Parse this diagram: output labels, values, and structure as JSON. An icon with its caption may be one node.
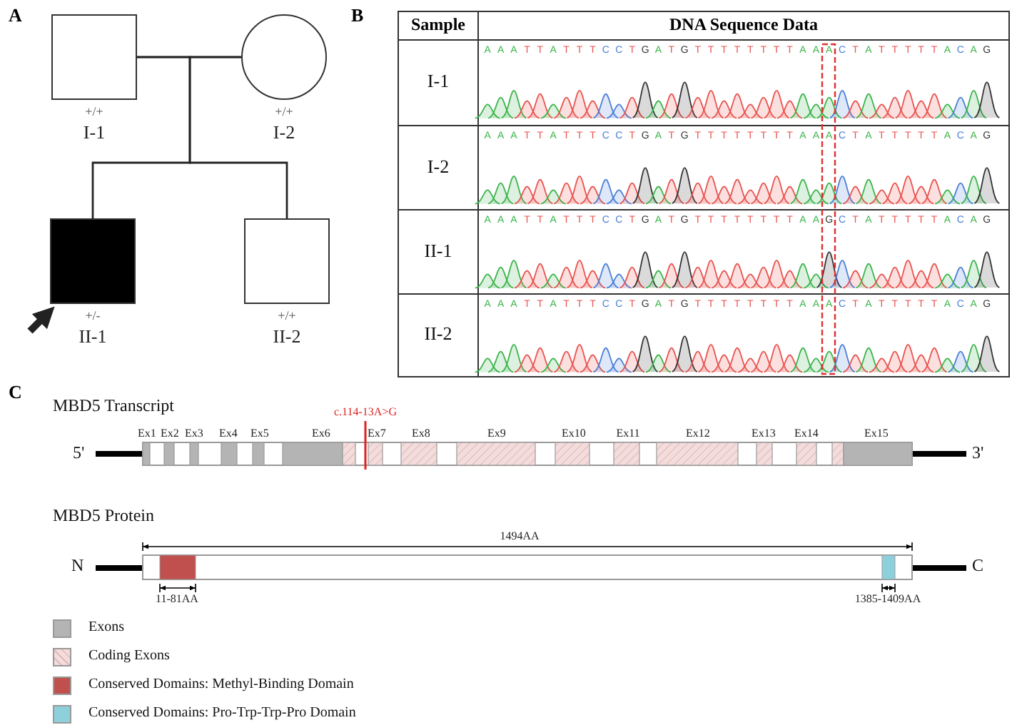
{
  "diagram": {
    "nodes": [
      {
        "text": [
          "+/+",
          "I-1"
        ]
      },
      {
        "text": [
          "+/+",
          "I-2"
        ]
      },
      {
        "text": [
          "+/-",
          "II-1"
        ]
      },
      {
        "text": [
          "+/+",
          "II-2"
        ]
      }
    ],
    "edges": [
      {
        "from": 0,
        "to": 1,
        "arrow": "none"
      },
      {
        "from": 0,
        "to": 2,
        "arrow": "none"
      },
      {
        "from": 0,
        "to": 3,
        "arrow": "none"
      },
      {
        "from": 1,
        "to": 2,
        "arrow": "none"
      },
      {
        "from": 1,
        "to": 3,
        "arrow": "none"
      },
      {
        "from": null,
        "to": 2,
        "arrow": "to",
        "style": "thick"
      }
    ],
    "labels": [
      "A",
      "B",
      "Sample",
      "DNA Sequence Data",
      "I-1",
      "A A A T T A T T T C C T G A T G T T T T T T T T A A A C T A T T T T T A C A G",
      "I-2",
      "A A A T T A T T T C C T G A T G T T T T T T T T A A A C T A T T T T T A C A G",
      "II-1",
      "A A A T T A T T T C C T G A T G T T T T T T T T A A G C T A T T T T T A C A G",
      "II-2",
      "A A A T T A T T T C C T G A T G T T T T T T T T A A A C T A T T T T T A C A G",
      "C",
      "MBD5 Transcript",
      "c.114-13A>G",
      "Ex1",
      "Ex2",
      "Ex3",
      "Ex4",
      "Ex5",
      "Ex6",
      "Ex7",
      "Ex8",
      "Ex9",
      "Ex10",
      "Ex11",
      "Ex12",
      "Ex13",
      "Ex14",
      "Ex15",
      "5'",
      "3'",
      "MBD5 Protein",
      "1494AA",
      "N",
      "C",
      "11-81AA",
      "1385-1409AA"
    ],
    "legend": [
      {
        "text": "Exons",
        "color": "#b4b4b4"
      },
      {
        "text": "Coding Exons",
        "color": "#f3dcdc"
      },
      {
        "text": "Conserved Domains: Methyl-Binding Domain",
        "color": "#c0504d"
      },
      {
        "text": "Conserved Domains: Pro-Trp-Trp-Pro Domain",
        "color": "#8ecfdc"
      }
    ]
  }
}
